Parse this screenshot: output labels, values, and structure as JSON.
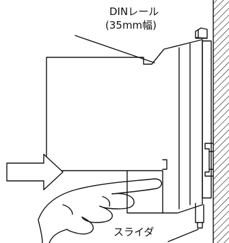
{
  "labels": {
    "din_rail_line1": "DINレール",
    "din_rail_line2": "(35mm幅)",
    "slider": "スライダ"
  },
  "colors": {
    "stroke": "#111111",
    "background": "#ffffff"
  }
}
